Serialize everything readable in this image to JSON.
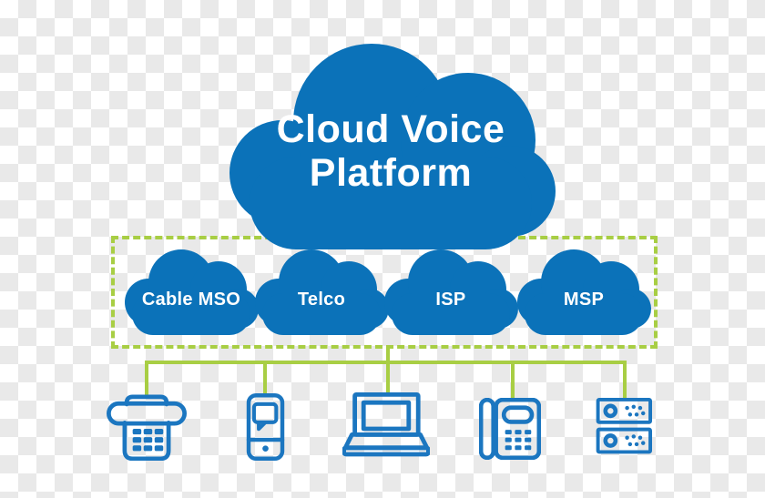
{
  "diagram": {
    "platform_cloud": {
      "label_line1": "Cloud Voice",
      "label_line2": "Platform"
    },
    "providers": [
      {
        "label": "Cable MSO"
      },
      {
        "label": "Telco"
      },
      {
        "label": "ISP"
      },
      {
        "label": "MSP"
      }
    ],
    "devices": [
      {
        "icon": "desk-phone-icon"
      },
      {
        "icon": "smartphone-chat-icon"
      },
      {
        "icon": "laptop-icon"
      },
      {
        "icon": "voip-phone-icon"
      },
      {
        "icon": "server-stack-icon"
      }
    ]
  },
  "colors": {
    "cloud-blue": "#0b72b9",
    "device-blue": "#1b76c0",
    "connector-green": "#a8ce44",
    "checker-gray": "#e9e9e9",
    "text-white": "#ffffff"
  }
}
